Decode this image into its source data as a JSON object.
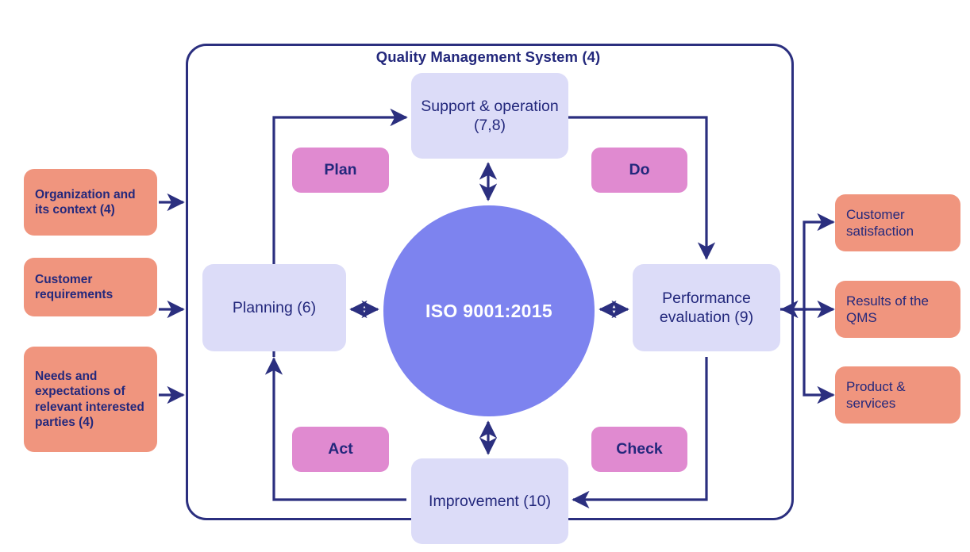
{
  "diagram": {
    "title": "ISO 9001:2015 Quality Management System process model",
    "frame_label": "Quality Management System (4)",
    "core_label": "ISO 9001:2015"
  },
  "colors": {
    "frame_border": "#2b2f7f",
    "arrow": "#2b2f7f",
    "process_fill": "#dcdcf8",
    "process_text": "#23287c",
    "pdca_fill": "#e08ad0",
    "pdca_text": "#23287c",
    "io_fill": "#f0957e",
    "io_text": "#23287c",
    "core_fill": "#7d83ef",
    "core_text": "#ffffff",
    "background": "#ffffff"
  },
  "inputs": [
    {
      "id": "organization-context",
      "label": "Organization and its context (4)",
      "bold": true
    },
    {
      "id": "customer-requirements",
      "label": "Customer requirements",
      "bold": true
    },
    {
      "id": "needs-expectations",
      "label": "Needs and expectations of relevant interested parties (4)",
      "bold": true
    }
  ],
  "outputs": [
    {
      "id": "customer-satisfaction",
      "label": "Customer satisfaction"
    },
    {
      "id": "results-of-qms",
      "label": "Results of the QMS"
    },
    {
      "id": "product-services",
      "label": "Product & services"
    }
  ],
  "processes": [
    {
      "id": "support-operation",
      "label": "Support & operation (7,8)"
    },
    {
      "id": "planning",
      "label": "Planning (6)"
    },
    {
      "id": "performance-evaluation",
      "label": "Performance evaluation (9)"
    },
    {
      "id": "improvement",
      "label": "Improvement (10)"
    }
  ],
  "pdca": [
    {
      "id": "plan",
      "label": "Plan"
    },
    {
      "id": "do",
      "label": "Do"
    },
    {
      "id": "act",
      "label": "Act"
    },
    {
      "id": "check",
      "label": "Check"
    }
  ]
}
